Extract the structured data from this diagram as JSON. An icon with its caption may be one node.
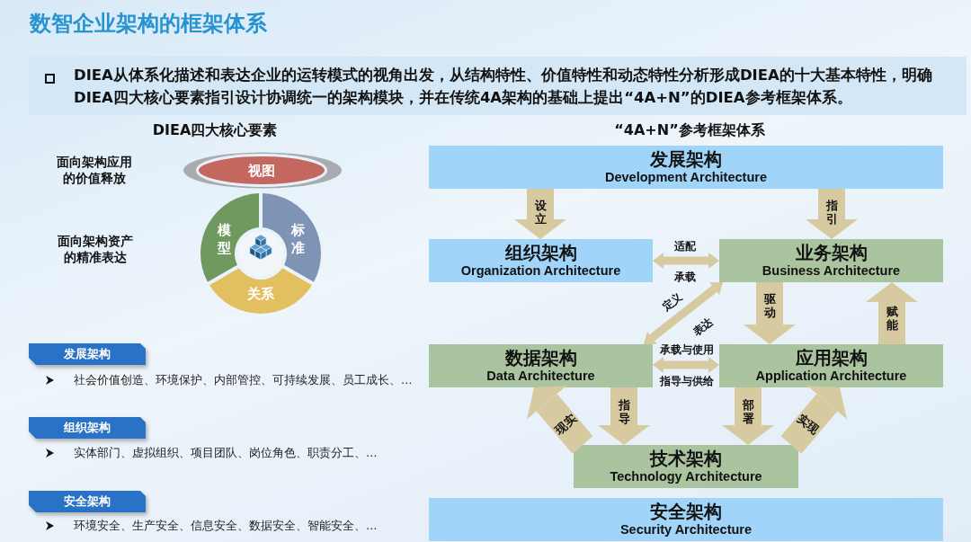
{
  "diagram": {
    "title": "数智企业架构的框架体系",
    "nodes": [
      {
        "text": [
          "DIEA从体系化描述和表达企业的运转模式的视角出发，从结构特性、价值特性和动态特性分析形成DIEA的十大基本特性，明确DIEA四大核心要素指引设计协调统一的架构模块，并在传统4A架构的基础上提出“4A+N”的DIEA参考框架体系。"
        ]
      },
      {
        "text": [
          "视图"
        ]
      },
      {
        "text": [
          "模型"
        ]
      },
      {
        "text": [
          "标准"
        ]
      },
      {
        "text": [
          "关系"
        ]
      },
      {
        "text": [
          "发展架构",
          "Development Architecture"
        ]
      },
      {
        "text": [
          "组织架构",
          "Organization Architecture"
        ]
      },
      {
        "text": [
          "业务架构",
          "Business Architecture"
        ]
      },
      {
        "text": [
          "数据架构",
          "Data Architecture"
        ]
      },
      {
        "text": [
          "应用架构",
          "Application Architecture"
        ]
      },
      {
        "text": [
          "技术架构",
          "Technology Architecture"
        ]
      },
      {
        "text": [
          "安全架构",
          "Security Architecture"
        ]
      },
      {
        "text": [
          "发展架构"
        ],
        "beside": [
          "社会价值创造、环境保护、内部管控、可持续发展、员工成长、…"
        ]
      },
      {
        "text": [
          "组织架构"
        ],
        "beside": [
          "实体部门、虚拟组织、项目团队、岗位角色、职责分工、…"
        ]
      },
      {
        "text": [
          "安全架构"
        ],
        "beside": [
          "环境安全、生产安全、信息安全、数据安全、智能安全、…"
        ]
      }
    ],
    "edges": [
      {
        "from": 5,
        "to": 6,
        "arrow": "to",
        "label": "设立"
      },
      {
        "from": 5,
        "to": 7,
        "arrow": "to",
        "label": "指引"
      },
      {
        "from": 6,
        "to": 7,
        "arrow": "both",
        "label": "适配"
      },
      {
        "from": 8,
        "to": 7,
        "arrow": "both",
        "label": "定义"
      },
      {
        "from": 7,
        "to": 9,
        "arrow": "to",
        "label": "驱动"
      },
      {
        "from": 9,
        "to": 7,
        "arrow": "to",
        "label": "赋能"
      },
      {
        "from": 8,
        "to": 9,
        "arrow": "both",
        "label": "承载与使用"
      },
      {
        "from": 10,
        "to": 8,
        "arrow": "to",
        "label": "现实"
      },
      {
        "from": 8,
        "to": 10,
        "arrow": "to",
        "label": "指导"
      },
      {
        "from": 9,
        "to": 10,
        "arrow": "to",
        "label": "部署"
      },
      {
        "from": 10,
        "to": 9,
        "arrow": "to",
        "label": "实现"
      }
    ],
    "labels": [
      "DIEA四大核心要素",
      "“4A+N”参考框架体系",
      "面向架构应用的价值释放",
      "面向架构资产的精准表达",
      "承载",
      "表达",
      "指导与供给"
    ]
  }
}
